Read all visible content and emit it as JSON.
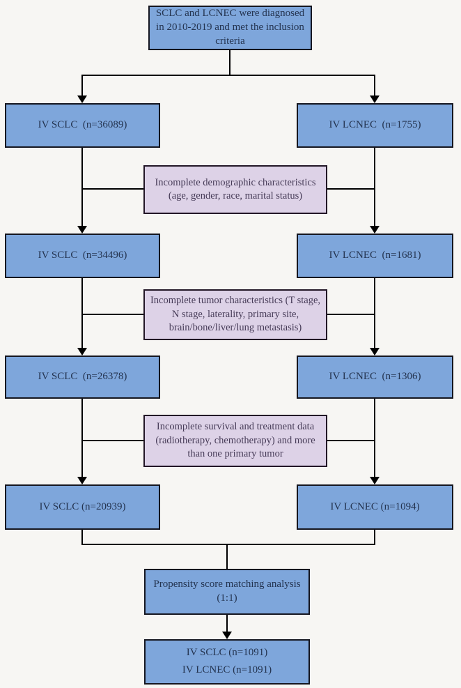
{
  "colors": {
    "cohort_box_fill": "#7ea6db",
    "cohort_box_border": "#15161f",
    "cohort_text": "#243450",
    "exclusion_box_fill": "#ddd2e7",
    "exclusion_box_border": "#221626",
    "exclusion_text": "#463b57",
    "connector": "#000000",
    "background": "#f7f6f3"
  },
  "boxes": {
    "inclusion": "SCLC and LCNEC were diagnosed in 2010-2019 and met the inclusion criteria",
    "sclc_initial": "IV SCLC  (n=36089)",
    "lcnec_initial": "IV LCNEC  (n=1755)",
    "exclusion_demographic": "Incomplete demographic characteristics (age, gender, race, marital status)",
    "sclc_after_demographic": "IV SCLC  (n=34496)",
    "lcnec_after_demographic": "IV LCNEC  (n=1681)",
    "exclusion_tumor": "Incomplete tumor characteristics (T stage, N stage, laterality, primary site, brain/bone/liver/lung metastasis)",
    "sclc_after_tumor": "IV SCLC  (n=26378)",
    "lcnec_after_tumor": "IV LCNEC  (n=1306)",
    "exclusion_survival": "Incomplete survival and treatment data (radiotherapy, chemotherapy) and more than one primary tumor",
    "sclc_after_survival": "IV SCLC (n=20939)",
    "lcnec_after_survival": "IV LCNEC (n=1094)",
    "psm_line1": "Propensity score matching analysis",
    "psm_line2": "(1:1)",
    "final_sclc": "IV SCLC (n=1091)",
    "final_lcnec": "IV LCNEC (n=1091)"
  }
}
